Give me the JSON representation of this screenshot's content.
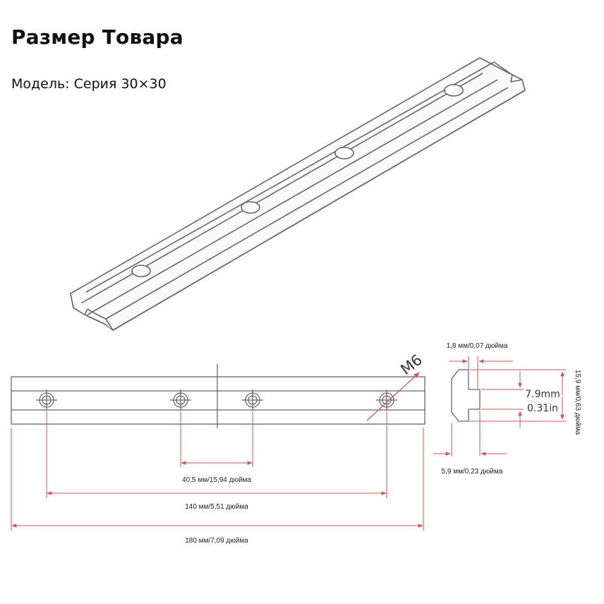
{
  "header": {
    "title": "Размер Товара",
    "model": "Модель: Серия 30×30"
  },
  "annotations": {
    "thread": "M6",
    "dim_hole_spacing": "40,5 мм/15,94 дюйма",
    "dim_outer_holes": "140 мм/5,51 дюйма",
    "dim_total_length": "180 мм/7,09 дюйма",
    "dim_lip": "1,8 мм/0,07 дюйма",
    "dim_width": "5,9 мм/0,23 дюйма",
    "dim_height_mm": "7.9mm",
    "dim_height_in": "0.31in",
    "dim_total_height": "15,9 мм/0,63 дюйма"
  },
  "colors": {
    "dimension_line": "#d9534f",
    "outline": "#555555"
  }
}
